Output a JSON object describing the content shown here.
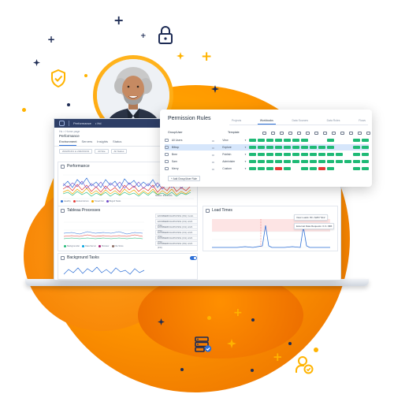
{
  "dashboard": {
    "topbar": {
      "nav_label": "Performance",
      "nav_extra": "• Hd"
    },
    "breadcrumb": "Hs > Home page",
    "page_title": "Performance",
    "tabs": [
      "Environment",
      "Servers",
      "Insights",
      "Status"
    ],
    "active_tab": 0,
    "filters": [
      "2022/01/01 to 2022/01/31",
      "All Site",
      "All Nodes"
    ],
    "panels": {
      "performance": {
        "title": "Performance"
      },
      "tableau_processes": {
        "title": "Tableau Processes",
        "summary": "Nodes: 3%, 0.0%",
        "process_rows": [
          "EXD3BERKFAUPCOSS1 (0%): Contr.",
          "EXD3BERKFAUPCOSS1 (1%): A/V2 (7%)",
          "EXD3BERKFAUPCOSS1 (1%): A/V2 (7%)",
          "EXD3BERKFAUPCOSS1 (1%): A/V2 (7%)",
          "EXD3BERKFAUPCOSS1 (1%): A/V2 (7%)",
          "EXD3BERKFAUPCOSS1 (0%): A/V2 (1%)"
        ]
      },
      "load_times": {
        "title": "Load Times",
        "tooltip_1": "View Loads: 80 • $26/7 $12",
        "tooltip_2": "External Data Requests: 0.0 • $86"
      },
      "background_tasks": {
        "title": "Background Tasks",
        "toggle_on": true
      }
    },
    "legend": [
      "Healthy",
      "Extract Errors",
      "Timed Out",
      "Bkgnd Tasks",
      "Backgrounder",
      "Data Server",
      "Browser",
      "File Store"
    ],
    "legend_colors": [
      "#2d6fd6",
      "#e53935",
      "#f2a900",
      "#6e48c9",
      "#1fba76",
      "#00a3e0",
      "#a31b70",
      "#8d6e63"
    ]
  },
  "permission_rules": {
    "title": "Permission Rules",
    "tabs": [
      "Projects",
      "Workbooks",
      "Data Sources",
      "Data Roles",
      "Flows"
    ],
    "active_tab": 1,
    "col_group": "Group/User",
    "col_template": "Template",
    "add_button": "+ Add Group/User Rule",
    "rows": [
      {
        "name": "All Users",
        "template": "View",
        "selected": false,
        "cells": [
          "g",
          "g",
          "g",
          "g",
          "g",
          "g",
          "g",
          "e",
          "e",
          "g",
          "e",
          "e",
          "g",
          "g"
        ]
      },
      {
        "name": "Bilbop",
        "template": "Explore",
        "selected": true,
        "cells": [
          "g",
          "g",
          "g",
          "g",
          "g",
          "g",
          "g",
          "g",
          "g",
          "g",
          "e",
          "e",
          "g",
          "g"
        ]
      },
      {
        "name": "Bree",
        "template": "Publish",
        "selected": false,
        "cells": [
          "g",
          "g",
          "g",
          "g",
          "g",
          "g",
          "g",
          "g",
          "g",
          "g",
          "g",
          "e",
          "g",
          "g"
        ]
      },
      {
        "name": "Sam",
        "template": "Administer",
        "selected": false,
        "cells": [
          "g",
          "g",
          "g",
          "g",
          "g",
          "g",
          "g",
          "g",
          "g",
          "g",
          "g",
          "g",
          "g",
          "g"
        ]
      },
      {
        "name": "Merry",
        "template": "Custom",
        "selected": false,
        "cells": [
          "g",
          "g",
          "g",
          "r",
          "g",
          "e",
          "g",
          "g",
          "r",
          "g",
          "e",
          "e",
          "g",
          "g"
        ]
      }
    ]
  },
  "icons": [
    "lock-icon",
    "shield-check-icon",
    "server-check-icon",
    "user-check-icon"
  ],
  "colors": {
    "orange": "#ff9800",
    "gold": "#ffb300",
    "navy": "#1d2b54",
    "green": "#1fba76",
    "red": "#e53935",
    "blue": "#2d6fd6"
  }
}
